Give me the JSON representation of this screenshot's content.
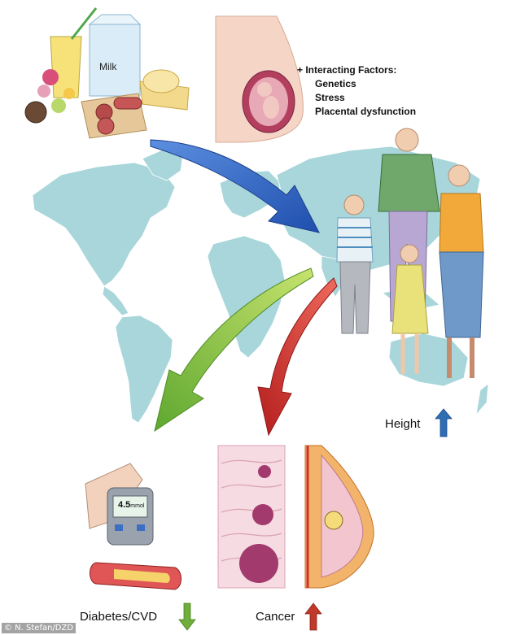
{
  "interacting_factors": {
    "heading": "+ Interacting Factors:",
    "items": [
      "Genetics",
      "Stress",
      "Placental dysfunction"
    ]
  },
  "food": {
    "milk_label": "Milk"
  },
  "outcomes": {
    "height": {
      "label": "Height",
      "trend": "up",
      "arrow_color": "#2f6db5"
    },
    "diabetes_cvd": {
      "label": "Diabetes/CVD",
      "trend": "down",
      "arrow_color": "#6fae3a"
    },
    "cancer": {
      "label": "Cancer",
      "trend": "up",
      "arrow_color": "#c0392b"
    }
  },
  "glucose_meter": {
    "reading": "4.5",
    "unit": "mmol"
  },
  "credit": "© N. Stefan/DZD",
  "colors": {
    "map": "#9fd0d6",
    "arrow_blue": "#2a63c8",
    "arrow_green": "#8cc63f",
    "arrow_red": "#d0322e"
  }
}
